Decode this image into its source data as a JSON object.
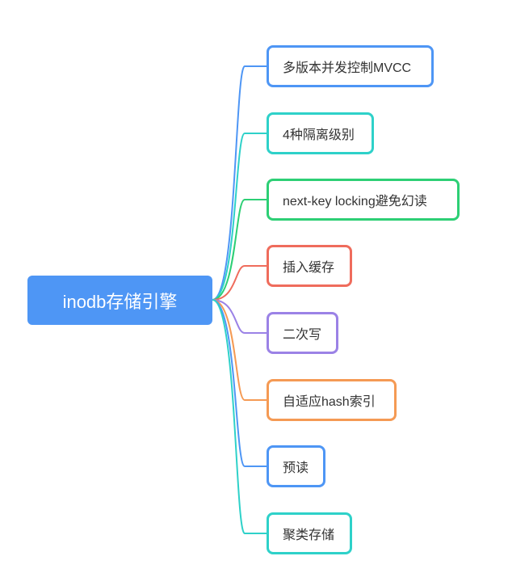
{
  "root": {
    "label": "inodb存储引擎",
    "color": "#4e96f5"
  },
  "branches": [
    {
      "label": "多版本并发控制MVCC",
      "color": "#4e96f5"
    },
    {
      "label": "4种隔离级别",
      "color": "#2ed1c9"
    },
    {
      "label": "next-key locking避免幻读",
      "color": "#2dcf75"
    },
    {
      "label": "插入缓存",
      "color": "#ef6c5c"
    },
    {
      "label": "二次写",
      "color": "#9b82e6"
    },
    {
      "label": "自适应hash索引",
      "color": "#f59a54"
    },
    {
      "label": "预读",
      "color": "#4e96f5"
    },
    {
      "label": "聚类存储",
      "color": "#2ed1c9"
    }
  ]
}
